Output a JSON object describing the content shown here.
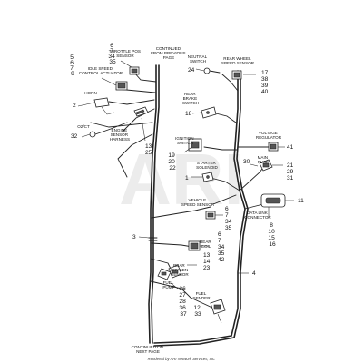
{
  "watermark": "ARI",
  "labels": {
    "throttle_pos_sensor": [
      "THROTTLE POS",
      "SENSOR"
    ],
    "continued_from": [
      "CONTINUED",
      "FROM PREVIOUS",
      "PAGE"
    ],
    "idle_speed_control": [
      "IDLE SPEED",
      "CONTROL ACTUATOR"
    ],
    "horn": [
      "HORN"
    ],
    "o2_sensor": [
      "O2/CT"
    ],
    "engine_sensor_harness": [
      "ENGINE",
      "SENSOR",
      "HARNESS"
    ],
    "neutral_switch": [
      "NEUTRAL",
      "SWITCH"
    ],
    "rear_wheel_speed_sensor": [
      "REAR WHEEL",
      "SPEED SENSOR"
    ],
    "rear_brake_switch": [
      "REAR",
      "BRAKE",
      "SWITCH"
    ],
    "ignition_switch": [
      "IGNITION",
      "SWITCH"
    ],
    "voltage_regulator": [
      "VOLTAGE",
      "REGULATOR"
    ],
    "starter_solenoid": [
      "STARTER",
      "SOLENOID"
    ],
    "main_fuse": [
      "MAIN",
      "FUSE"
    ],
    "vehicle_speed_sensor": [
      "VEHICLE",
      "SPEED SENSOR"
    ],
    "data_link_connector": [
      "DATA LINK",
      "CONNECTOR"
    ],
    "rear_coil": [
      "REAR",
      "COIL"
    ],
    "rear_oxygen_sensor": [
      "REAR",
      "OXYGEN",
      "SENSOR"
    ],
    "fuel_pump": [
      "FUEL",
      "PUMP"
    ],
    "fuel_sender": [
      "FUEL",
      "SENDER"
    ],
    "continued_on": [
      "CONTINUED ON",
      "NEXT PAGE"
    ]
  },
  "callouts": {
    "throttle": [
      "6",
      "7",
      "34",
      "35"
    ],
    "idle": [
      "5",
      "6",
      "7",
      "9"
    ],
    "horn": [
      "2"
    ],
    "o2": [
      "32"
    ],
    "engine_harness": [
      "13",
      "25"
    ],
    "neutral": [
      "24"
    ],
    "rear_wheel": [
      "17",
      "38",
      "39",
      "40"
    ],
    "rear_brake": [
      "18"
    ],
    "ignition": [
      "19",
      "20",
      "22"
    ],
    "voltage": [
      "41"
    ],
    "starter": [
      "1"
    ],
    "main_fuse_left": [
      "30"
    ],
    "main_fuse_right": [
      "21",
      "29",
      "31"
    ],
    "data_link_top": [
      "11"
    ],
    "data_link_nums": [
      "8",
      "10",
      "15",
      "16"
    ],
    "vehicle_speed": [
      "6",
      "7",
      "34",
      "35"
    ],
    "left_3": [
      "3"
    ],
    "rear_coil_right": [
      "6",
      "7",
      "34",
      "35",
      "42"
    ],
    "rear_coil_below": [
      "13",
      "14",
      "23"
    ],
    "right_4": [
      "4"
    ],
    "fuel_pump": [
      "26",
      "27",
      "28",
      "36",
      "37"
    ],
    "fuel_sender": [
      "12",
      "33"
    ]
  },
  "credit": "Rendered by ARI Network Services, Inc."
}
